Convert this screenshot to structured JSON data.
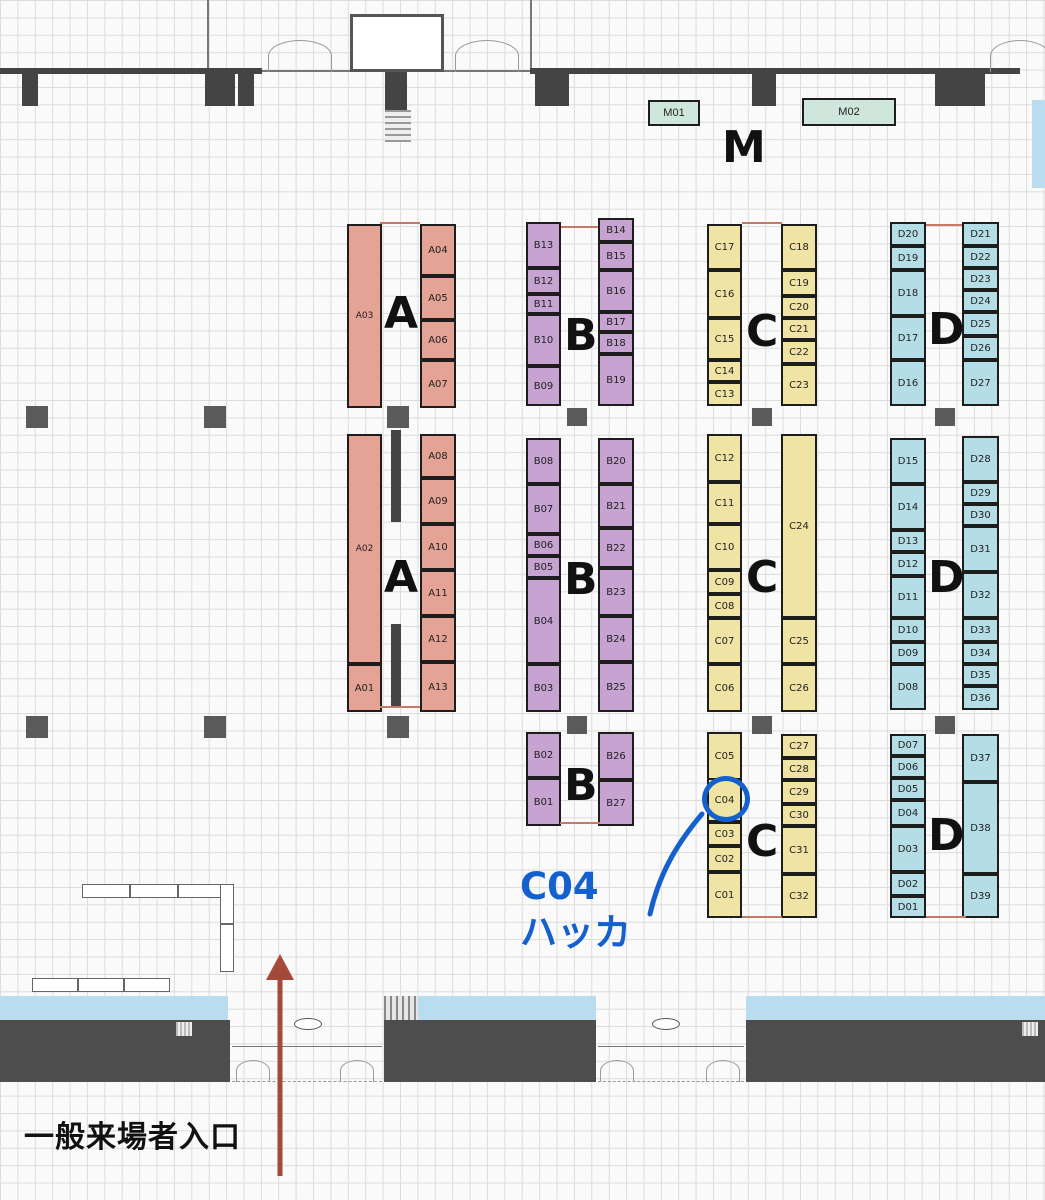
{
  "map": {
    "m_area": {
      "label": "M",
      "booths": [
        "M01",
        "M02"
      ]
    },
    "block_labels": {
      "a": "A",
      "b": "B",
      "c": "C",
      "d": "D"
    },
    "highlight": {
      "booth": "C04",
      "name": "ハッカ",
      "color": "#1560cf"
    },
    "entrance": {
      "label": "一般来場者入口"
    },
    "colors": {
      "a": "#e5a396",
      "b": "#c7a3d1",
      "c": "#efe4a3",
      "d": "#b5dde6",
      "m": "#cfe6dc",
      "wall": "#444444",
      "water": "#b9dcef",
      "arrow": "#a54a3a"
    }
  }
}
